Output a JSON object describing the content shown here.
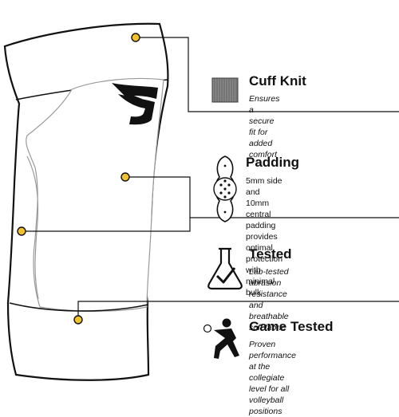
{
  "features": [
    {
      "id": "cuff-knit",
      "icon": "knit-texture-icon",
      "title": "Cuff Knit",
      "description_lines": [
        "Ensures a secure fit for added comfort"
      ]
    },
    {
      "id": "padding",
      "icon": "pad-icon",
      "title": "Padding",
      "description_lines": [
        "5mm side and 10mm central padding",
        "provides optimal protection with",
        "minimal bulk"
      ]
    },
    {
      "id": "tested",
      "icon": "flask-check-icon",
      "title": "Tested",
      "description_lines": [
        "Lab-tested abrasion resistance",
        "and breathable soft fabric"
      ]
    },
    {
      "id": "game-tested",
      "icon": "volleyball-player-icon",
      "title": "Game Tested",
      "description_lines": [
        "Proven performance at the collegiate",
        "level for all volleyball positions"
      ]
    }
  ],
  "colors": {
    "callout_dot": "#f2c12e",
    "outline": "#111111",
    "knit": "#8a8a8a"
  },
  "brand_logo": "wing-logo-icon"
}
